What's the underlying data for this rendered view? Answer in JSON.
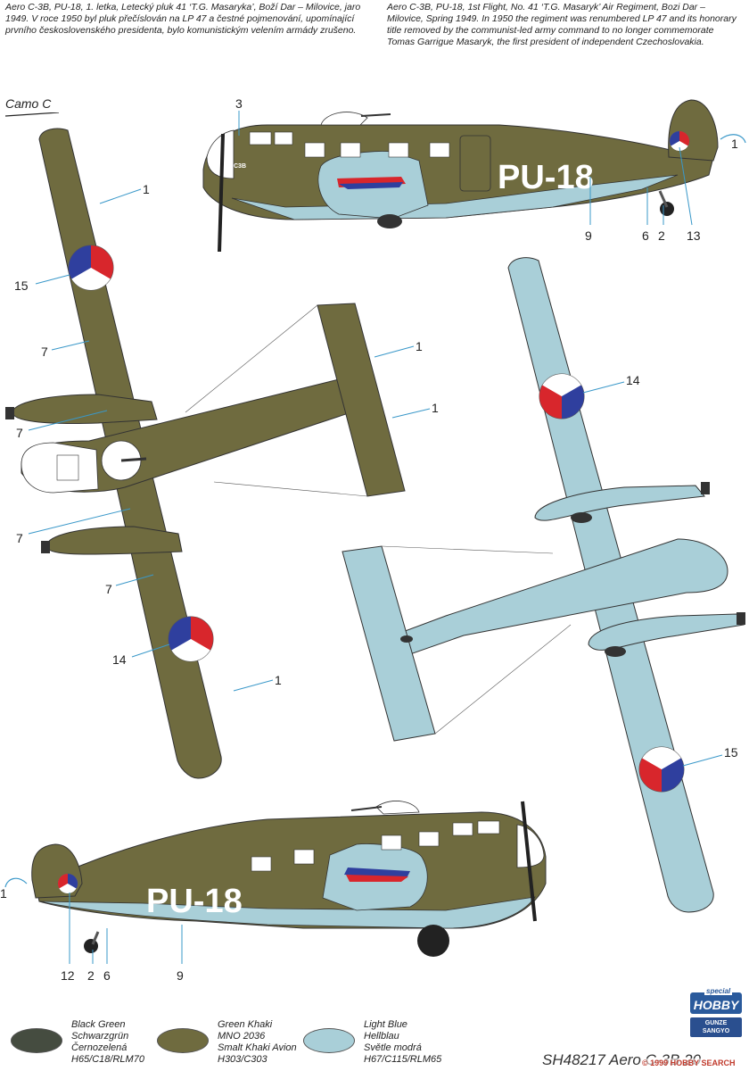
{
  "caption_cz": "Aero C-3B, PU-18, 1. letka, Letecký pluk 41 ‘T.G. Masaryka’, Boží Dar – Milovice, jaro 1949. V roce 1950 byl pluk přečíslován na LP 47 a čestné pojmenování, upomínající prvního československého presidenta, bylo komunistickým velením armády zrušeno.",
  "caption_en": "Aero C-3B, PU-18, 1st Flight, No. 41 ‘T.G. Masaryk’ Air Regiment, Bozi Dar – Milovice, Spring 1949. In 1950 the regiment was renumbered LP 47 and its honorary title removed by the communist-led army command to no longer commemorate Tomas Garrigue Masaryk, the first president of independent Czechoslovakia.",
  "scheme_label": "Camo C",
  "registration": "PU-18",
  "nose_code": "C3B",
  "callouts": {
    "side_top": [
      "3",
      "1",
      "9",
      "6",
      "2",
      "13"
    ],
    "upper": [
      "1",
      "15",
      "7",
      "7",
      "7",
      "7",
      "14",
      "1",
      "1",
      "1"
    ],
    "lower": [
      "14",
      "15"
    ],
    "side_bottom": [
      "1",
      "12",
      "2",
      "6",
      "9"
    ]
  },
  "legend": [
    {
      "lines": [
        "Black Green",
        "Schwarzgrün",
        "Černozelená",
        "H65/C18/RLM70"
      ],
      "color": "#454c40"
    },
    {
      "lines": [
        "Green Khaki",
        "MNO 2036",
        "Smalt Khaki Avion",
        "H303/C303"
      ],
      "color": "#6f6b3f"
    },
    {
      "lines": [
        "Light Blue",
        "Hellblau",
        "Světle modrá",
        "H67/C115/RLM65"
      ],
      "color": "#a9cfd8"
    }
  ],
  "colors": {
    "khaki": "#6f6b3f",
    "light_blue": "#a9cfd8",
    "roundel_blue": "#2f3f9e",
    "roundel_red": "#d8262c",
    "callout_line": "#3a98c9"
  },
  "product": "SH48217 Aero C-3B",
  "page_number": "20",
  "logo_special": "special",
  "logo_hobby": "HOBBY",
  "logo_gunze": [
    "GUNZE",
    "SANGYO"
  ],
  "watermark": "© 1999 HOBBY SEARCH"
}
